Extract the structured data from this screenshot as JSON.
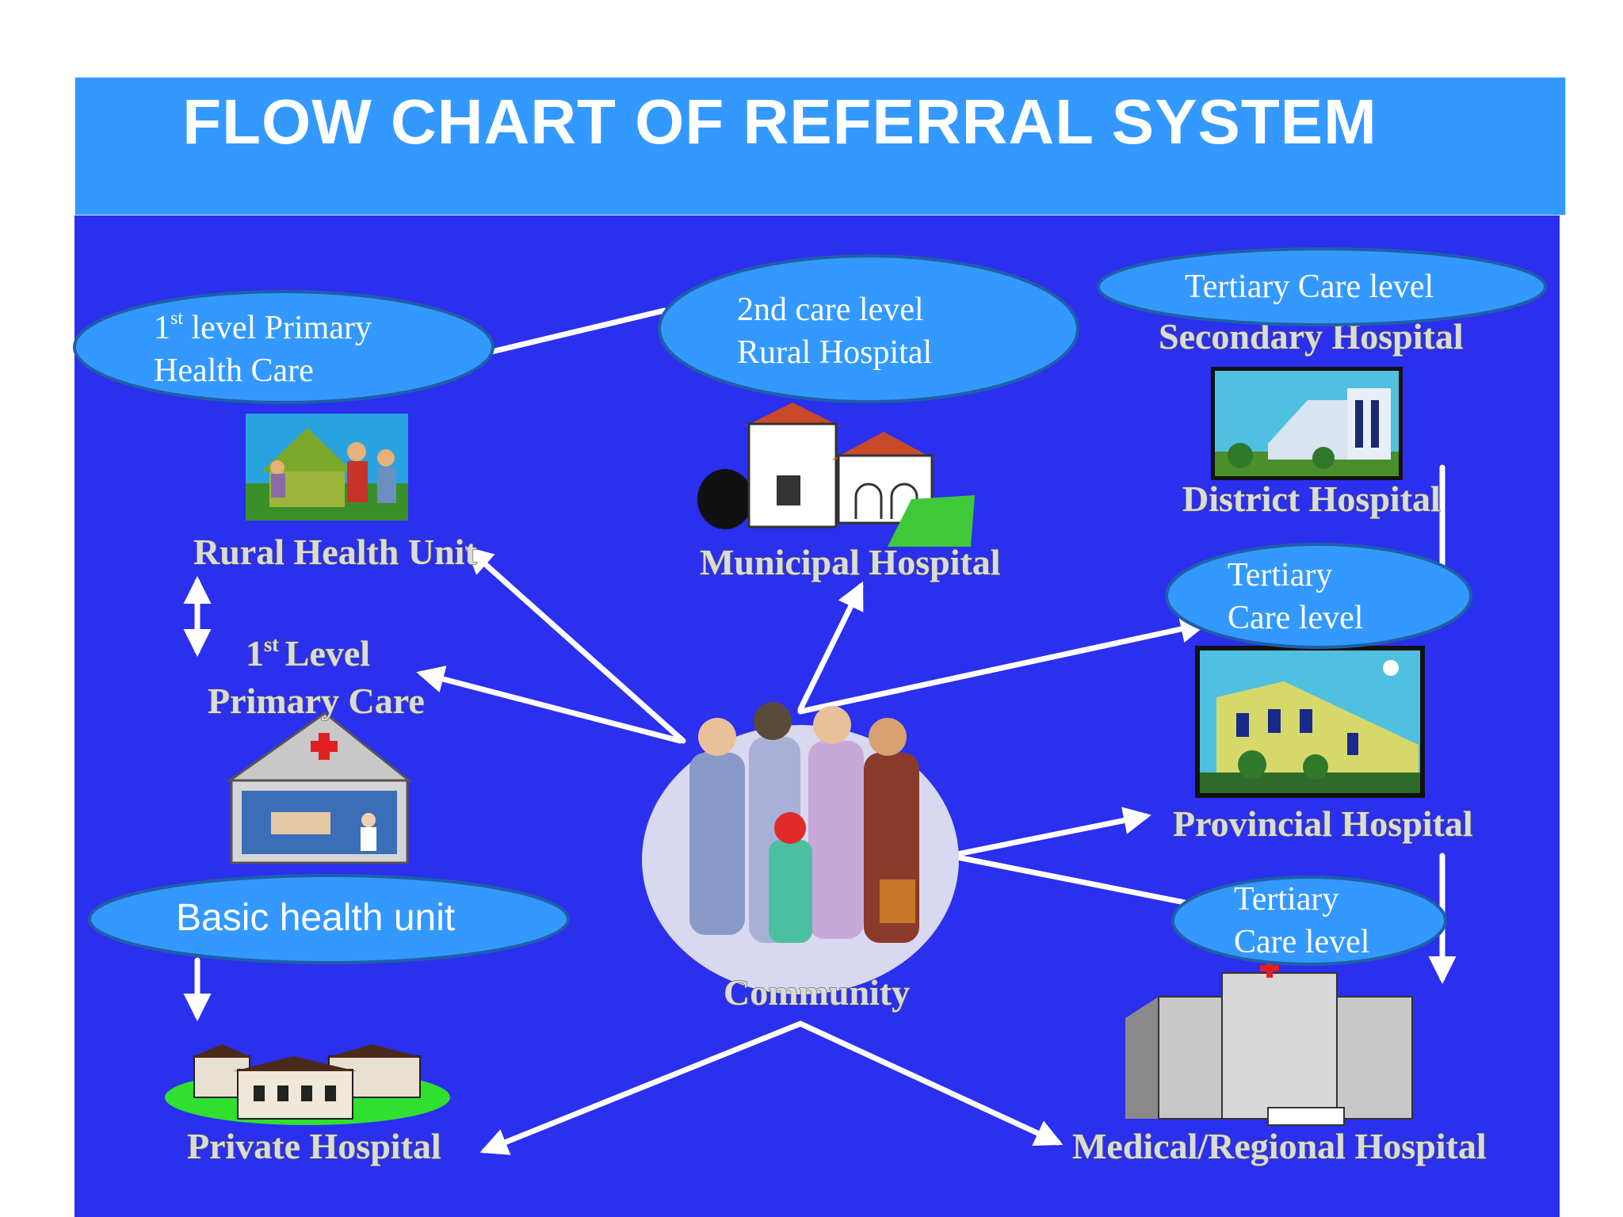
{
  "title": "FLOW CHART OF REFERRAL SYSTEM",
  "nodes": {
    "rural_health_unit": "Rural Health Unit",
    "primary_care_1": "Level",
    "primary_care_1_sup": "st",
    "primary_care_1_num": "1",
    "primary_care_2": "Primary Care",
    "municipal_hospital": "Municipal Hospital",
    "secondary_hospital": "Secondary Hospital",
    "district_hospital": "District Hospital",
    "provincial_hospital": "Provincial Hospital",
    "community": "Community",
    "private_hospital": "Private Hospital",
    "medical_regional_hospital": "Medical/Regional Hospital"
  },
  "bubbles": {
    "first_level_num": "1",
    "first_level_sup": "st",
    "first_level_rest": " level Primary",
    "first_level_line2": "Health Care",
    "second_care_line1": "2nd care  level",
    "second_care_line2": "Rural Hospital",
    "tertiary_top": "Tertiary Care level",
    "tertiary_mid_line1": "Tertiary",
    "tertiary_mid_line2": "Care level",
    "basic_health_unit": "Basic health unit",
    "tertiary_low_line1": "Tertiary",
    "tertiary_low_line2": "Care level"
  },
  "colors": {
    "title_bar": "#3399ff",
    "diagram_bg": "#2b2fee",
    "bubble_fill": "#3399ff",
    "bubble_stroke": "#1f5fa8",
    "arrow": "#ffffff"
  }
}
